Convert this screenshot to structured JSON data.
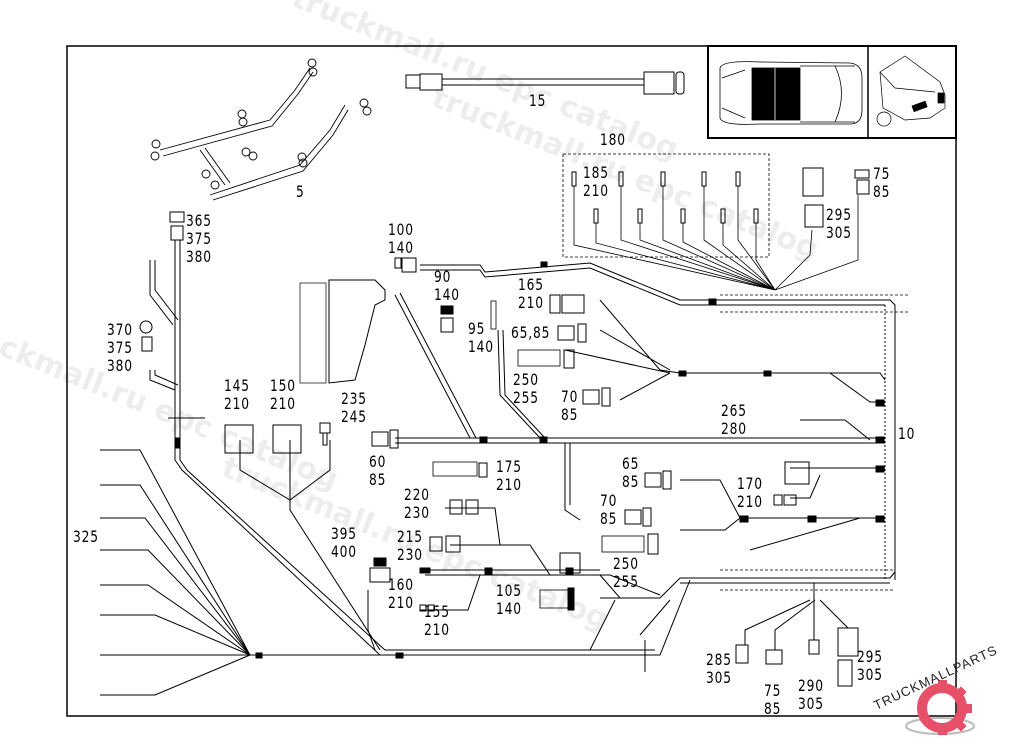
{
  "diagram": {
    "title": "Wiring harness exploded view",
    "inset_views": [
      "car-top-view",
      "car-front-perspective"
    ],
    "callouts": [
      {
        "id": "c5",
        "text": "5"
      },
      {
        "id": "c15",
        "text": "15"
      },
      {
        "id": "c180",
        "text": "180"
      },
      {
        "id": "c185",
        "lines": [
          "185",
          "210"
        ]
      },
      {
        "id": "c75a",
        "lines": [
          "75",
          "85"
        ]
      },
      {
        "id": "c295a",
        "lines": [
          "295",
          "305"
        ]
      },
      {
        "id": "c365",
        "lines": [
          "365",
          "375",
          "380"
        ]
      },
      {
        "id": "c100",
        "lines": [
          "100",
          "140"
        ]
      },
      {
        "id": "c90",
        "lines": [
          "90",
          "140"
        ]
      },
      {
        "id": "c165",
        "lines": [
          "165",
          "210"
        ]
      },
      {
        "id": "c95",
        "lines": [
          "95",
          "140"
        ]
      },
      {
        "id": "c6585",
        "text": "65,85"
      },
      {
        "id": "c370",
        "lines": [
          "370",
          "375",
          "380"
        ]
      },
      {
        "id": "c250a",
        "lines": [
          "250",
          "255"
        ]
      },
      {
        "id": "c70a",
        "lines": [
          "70",
          "85"
        ]
      },
      {
        "id": "c145",
        "lines": [
          "145",
          "210"
        ]
      },
      {
        "id": "c150",
        "lines": [
          "150",
          "210"
        ]
      },
      {
        "id": "c235",
        "lines": [
          "235",
          "245"
        ]
      },
      {
        "id": "c265",
        "lines": [
          "265",
          "280"
        ]
      },
      {
        "id": "c10",
        "text": "10"
      },
      {
        "id": "c60",
        "lines": [
          "60",
          "85"
        ]
      },
      {
        "id": "c175",
        "lines": [
          "175",
          "210"
        ]
      },
      {
        "id": "c65",
        "lines": [
          "65",
          "85"
        ]
      },
      {
        "id": "c170",
        "lines": [
          "170",
          "210"
        ]
      },
      {
        "id": "c220",
        "lines": [
          "220",
          "230"
        ]
      },
      {
        "id": "c70b",
        "lines": [
          "70",
          "85"
        ]
      },
      {
        "id": "c325",
        "text": "325"
      },
      {
        "id": "c215",
        "lines": [
          "215",
          "230"
        ]
      },
      {
        "id": "c250b",
        "lines": [
          "250",
          "255"
        ]
      },
      {
        "id": "c395",
        "lines": [
          "395",
          "400"
        ]
      },
      {
        "id": "c160",
        "lines": [
          "160",
          "210"
        ]
      },
      {
        "id": "c105",
        "lines": [
          "105",
          "140"
        ]
      },
      {
        "id": "c155",
        "lines": [
          "155",
          "210"
        ]
      },
      {
        "id": "c285",
        "lines": [
          "285",
          "305"
        ]
      },
      {
        "id": "c75b",
        "lines": [
          "75",
          "85"
        ]
      },
      {
        "id": "c290",
        "lines": [
          "290",
          "305"
        ]
      },
      {
        "id": "c295b",
        "lines": [
          "295",
          "305"
        ]
      }
    ]
  },
  "labels": {
    "c5": "5",
    "c15": "15",
    "c180": "180",
    "c185": "185\n210",
    "c75a": "75\n85",
    "c295a": "295\n305",
    "c365": "365\n375\n380",
    "c100": "100\n140",
    "c90": "90\n140",
    "c165": "165\n210",
    "c95": "95\n140",
    "c6585": "65,85",
    "c370": "370\n375\n380",
    "c250a": "250\n255",
    "c70a": "70\n85",
    "c145": "145\n210",
    "c150": "150\n210",
    "c235": "235\n245",
    "c265": "265\n280",
    "c10": "10",
    "c60": "60\n85",
    "c175": "175\n210",
    "c65": "65\n85",
    "c170": "170\n210",
    "c220": "220\n230",
    "c70b": "70\n85",
    "c325": "325",
    "c215": "215\n230",
    "c250b": "250\n255",
    "c395": "395\n400",
    "c160": "160\n210",
    "c105": "105\n140",
    "c155": "155\n210",
    "c285": "285\n305",
    "c75b": "75\n85",
    "c290": "290\n305",
    "c295b": "295\n305"
  },
  "watermarks": [
    "truckmall.ru epc catalog",
    "truckmall.ru epc catalog",
    "truckmall.ru epc catalog",
    "truckmall.ru epc catalog"
  ],
  "logo": {
    "text": "TRUCKMALLPARTS",
    "color": "#e8506a"
  }
}
